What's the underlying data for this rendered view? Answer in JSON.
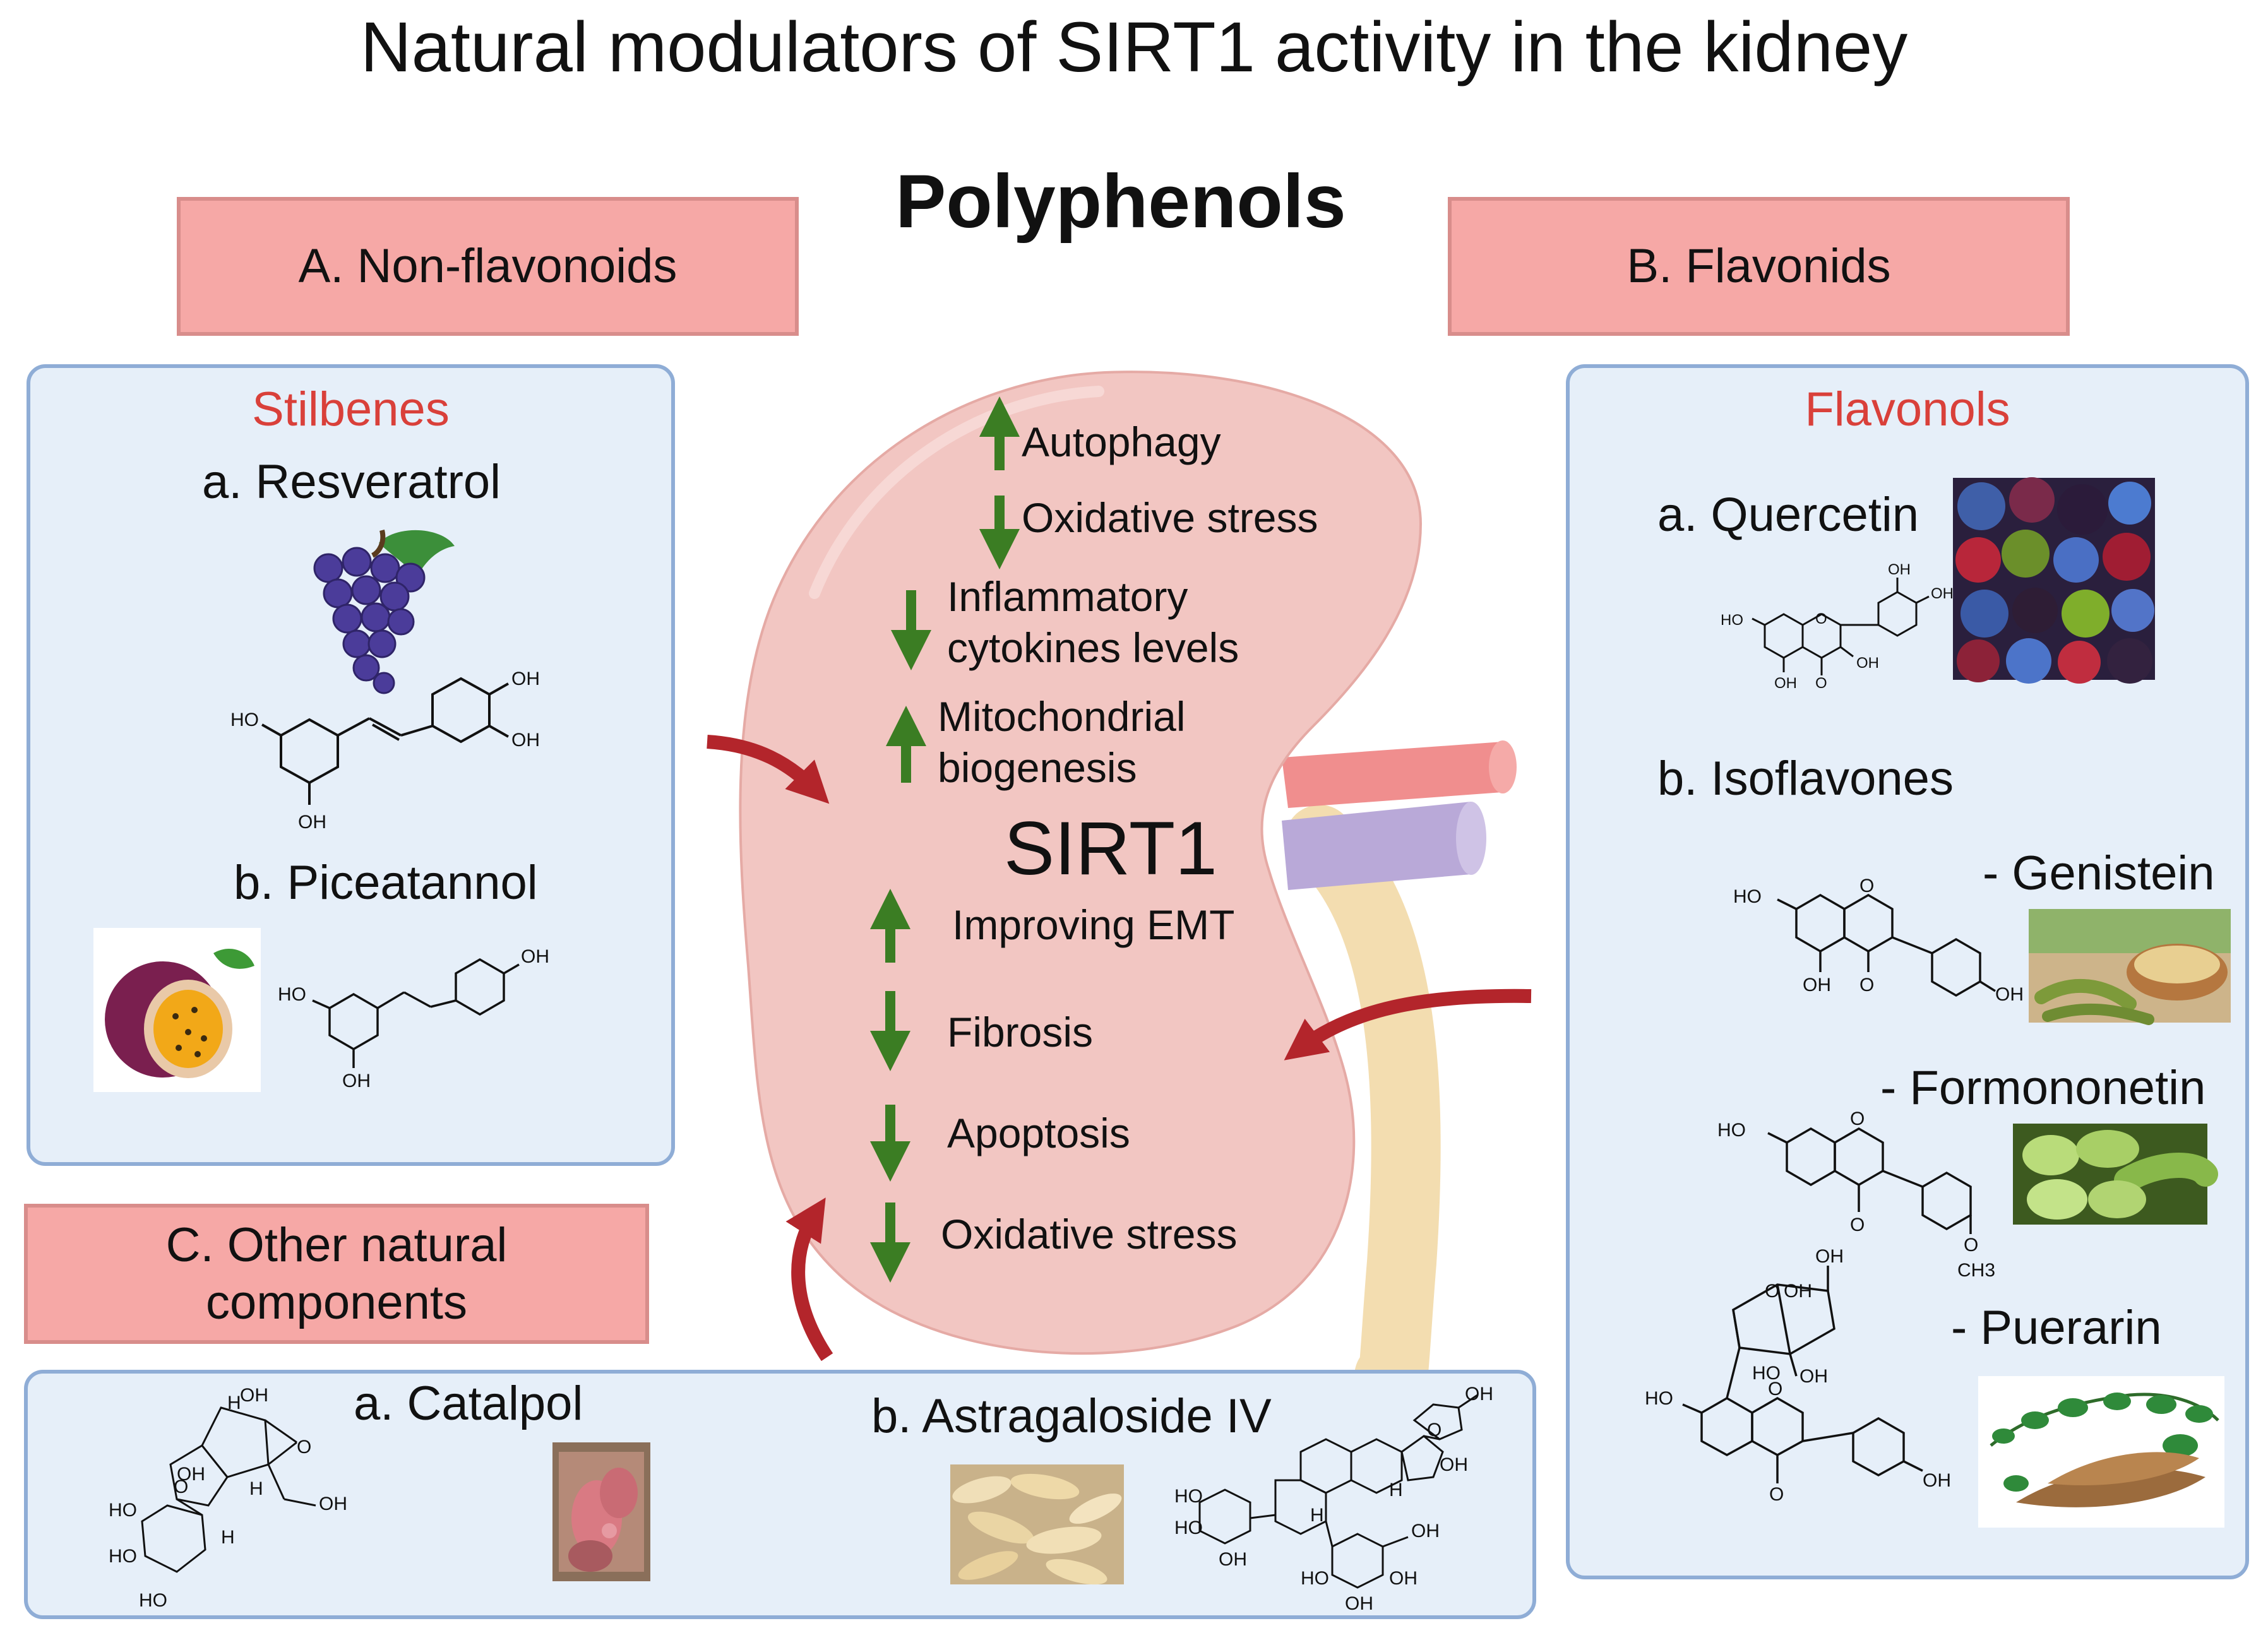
{
  "title": "Natural modulators of SIRT1 activity in the kidney",
  "polyphenols": "Polyphenols",
  "section_a": {
    "header": "A. Non-flavonoids",
    "class": "Stilbenes",
    "item_a": "a. Resveratrol",
    "item_b": "b. Piceatannol"
  },
  "section_b": {
    "header": "B. Flavonids",
    "class": "Flavonols",
    "item_a": "a. Quercetin",
    "item_b": "b. Isoflavones",
    "genistein": "- Genistein",
    "formononetin": "- Formononetin",
    "puerarin": "- Puerarin"
  },
  "section_c": {
    "header_line1": "C. Other  natural",
    "header_line2": "components",
    "item_a": "a. Catalpol",
    "item_b": "b. Astragaloside IV"
  },
  "kidney": {
    "center": "SIRT1",
    "effects": [
      {
        "direction": "up",
        "text": "Autophagy"
      },
      {
        "direction": "down",
        "text": "Oxidative stress"
      },
      {
        "direction": "down",
        "text": "Inflammatory",
        "text2": "cytokines levels"
      },
      {
        "direction": "up",
        "text": "Mitochondrial",
        "text2": "biogenesis"
      },
      {
        "direction": "up",
        "text": "Improving EMT"
      },
      {
        "direction": "down",
        "text": "Fibrosis"
      },
      {
        "direction": "down",
        "text": "Apoptosis"
      },
      {
        "direction": "down",
        "text": "Oxidative stress"
      }
    ]
  },
  "molecule_labels": {
    "oh": "OH",
    "ho": "HO",
    "o": "O",
    "ch3": "CH3",
    "h": "H"
  },
  "colors": {
    "header_fill": "#f6a8a6",
    "panel_fill": "#e6eff9",
    "panel_border": "#8fadd6",
    "class_text": "#d9403a",
    "arrow_green": "#3b7d23",
    "arrow_red": "#b3252b",
    "kidney": "#f2c6c2"
  },
  "icons": [
    "grape-icon",
    "passion-fruit-icon",
    "berries-icon",
    "soybean-icon",
    "fava-bean-icon",
    "kudzu-root-icon",
    "rehmannia-flower-icon",
    "astragalus-slices-icon"
  ]
}
